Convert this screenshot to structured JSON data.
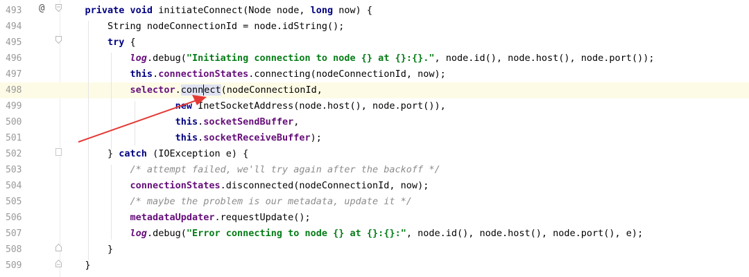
{
  "editor": {
    "gutter_marker": "@",
    "lines": [
      {
        "num": "493",
        "parts": [
          [
            "    ",
            ""
          ],
          [
            "private void ",
            "kw"
          ],
          [
            "initiateConnect(Node node, ",
            ""
          ],
          [
            "long ",
            "kw"
          ],
          [
            "now) {",
            ""
          ]
        ]
      },
      {
        "num": "494",
        "parts": [
          [
            "        String nodeConnectionId = node.idString();",
            ""
          ]
        ]
      },
      {
        "num": "495",
        "parts": [
          [
            "        ",
            ""
          ],
          [
            "try ",
            "kw"
          ],
          [
            "{",
            ""
          ]
        ]
      },
      {
        "num": "496",
        "parts": [
          [
            "            ",
            ""
          ],
          [
            "log",
            "logv"
          ],
          [
            ".debug(",
            ""
          ],
          [
            "\"Initiating connection to node {} at {}:{}.\"",
            "str"
          ],
          [
            ", node.id(), node.host(), node.port());",
            ""
          ]
        ]
      },
      {
        "num": "497",
        "parts": [
          [
            "            ",
            ""
          ],
          [
            "this",
            "kw"
          ],
          [
            ".",
            ""
          ],
          [
            "connectionStates",
            "fld"
          ],
          [
            ".connecting(nodeConnectionId, now);",
            ""
          ]
        ]
      },
      {
        "num": "498",
        "parts": [
          [
            "            ",
            ""
          ],
          [
            "selector",
            "fld"
          ],
          [
            ".",
            ""
          ],
          [
            "conn",
            "hl"
          ],
          [
            "ect",
            "hlc"
          ],
          [
            "(nodeConnectionId,",
            ""
          ]
        ]
      },
      {
        "num": "499",
        "parts": [
          [
            "                    ",
            ""
          ],
          [
            "new ",
            "kw"
          ],
          [
            "InetSocketAddress(node.host(), node.port()),",
            ""
          ]
        ]
      },
      {
        "num": "500",
        "parts": [
          [
            "                    ",
            ""
          ],
          [
            "this",
            "kw"
          ],
          [
            ".",
            ""
          ],
          [
            "socketSendBuffer",
            "fld"
          ],
          [
            ",",
            ""
          ]
        ]
      },
      {
        "num": "501",
        "parts": [
          [
            "                    ",
            ""
          ],
          [
            "this",
            "kw"
          ],
          [
            ".",
            ""
          ],
          [
            "socketReceiveBuffer",
            "fld"
          ],
          [
            ");",
            ""
          ]
        ]
      },
      {
        "num": "502",
        "parts": [
          [
            "        } ",
            ""
          ],
          [
            "catch ",
            "kw"
          ],
          [
            "(IOException e) {",
            ""
          ]
        ]
      },
      {
        "num": "503",
        "parts": [
          [
            "            ",
            ""
          ],
          [
            "/* attempt failed, we'll try again after the backoff */",
            "cmt"
          ]
        ]
      },
      {
        "num": "504",
        "parts": [
          [
            "            ",
            ""
          ],
          [
            "connectionStates",
            "fld"
          ],
          [
            ".disconnected(nodeConnectionId, now);",
            ""
          ]
        ]
      },
      {
        "num": "505",
        "parts": [
          [
            "            ",
            ""
          ],
          [
            "/* maybe the problem is our metadata, update it */",
            "cmt"
          ]
        ]
      },
      {
        "num": "506",
        "parts": [
          [
            "            ",
            ""
          ],
          [
            "metadataUpdater",
            "fld"
          ],
          [
            ".requestUpdate();",
            ""
          ]
        ]
      },
      {
        "num": "507",
        "parts": [
          [
            "            ",
            ""
          ],
          [
            "log",
            "logv"
          ],
          [
            ".debug(",
            ""
          ],
          [
            "\"Error connecting to node {} at {}:{}:\"",
            "str"
          ],
          [
            ", node.id(), node.host(), node.port(), e);",
            ""
          ]
        ]
      },
      {
        "num": "508",
        "parts": [
          [
            "        }",
            ""
          ]
        ]
      },
      {
        "num": "509",
        "parts": [
          [
            "    }",
            ""
          ]
        ]
      }
    ]
  },
  "colors": {
    "annotation_arrow": "#e53935",
    "current_line": "#fdfbe6",
    "keyword": "#000080",
    "string": "#067d17",
    "field": "#660e7a"
  }
}
